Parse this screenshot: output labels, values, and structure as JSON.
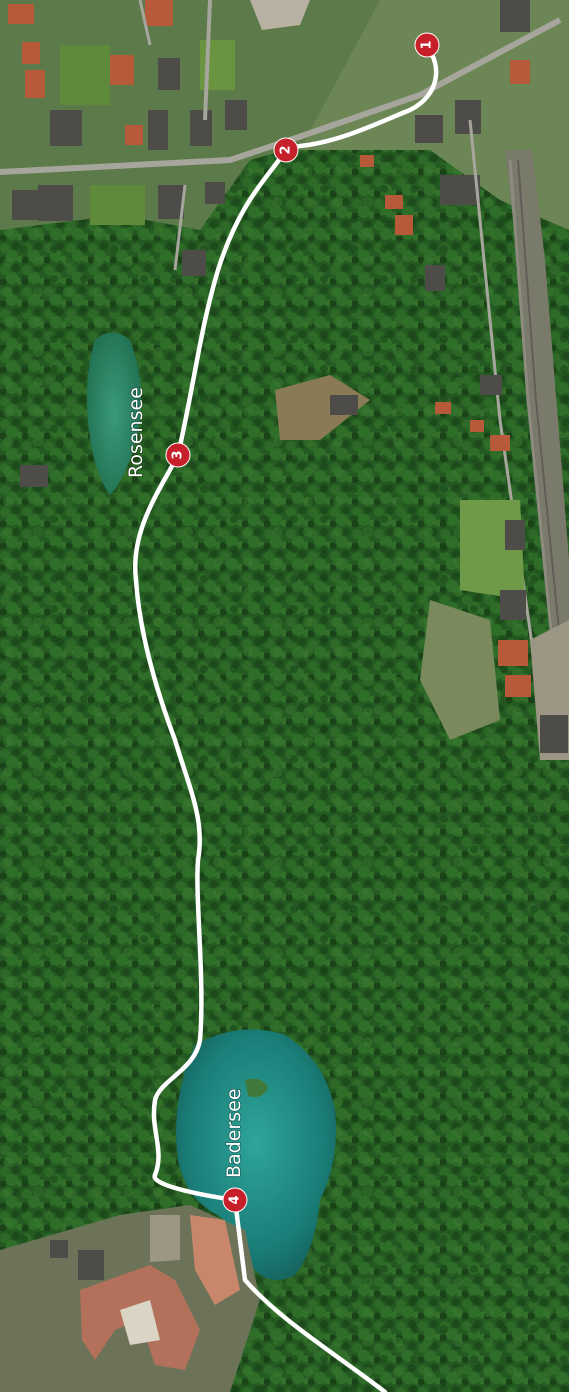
{
  "map": {
    "type": "aerial-satellite",
    "route_color": "#ffffff",
    "marker_color": "#c8202a",
    "marker_text_color": "#ffffff",
    "forest_color": "#24561f",
    "lake_color": "#1e8f86"
  },
  "labels": {
    "rosensee": "Rosensee",
    "badersee": "Badersee"
  },
  "markers": [
    {
      "id": "1",
      "label": "1"
    },
    {
      "id": "2",
      "label": "2"
    },
    {
      "id": "3",
      "label": "3"
    },
    {
      "id": "4",
      "label": "4"
    }
  ]
}
